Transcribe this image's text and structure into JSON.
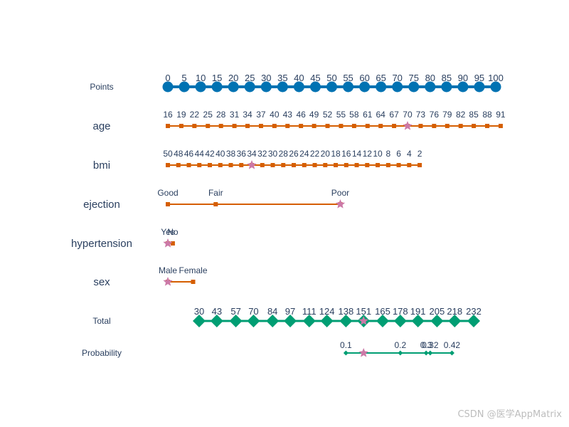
{
  "chart_data": {
    "type": "scatter",
    "subtype": "nomogram",
    "title": "",
    "colors": {
      "points": "#0072b2",
      "variable": "#d55e00",
      "total": "#009e73",
      "highlight": "#cc79a7",
      "text": "#2a3f5f"
    },
    "rows": [
      {
        "label": "Points",
        "role": "points",
        "ticks": [
          {
            "text": "0",
            "value": 0
          },
          {
            "text": "5",
            "value": 5
          },
          {
            "text": "10",
            "value": 10
          },
          {
            "text": "15",
            "value": 15
          },
          {
            "text": "20",
            "value": 20
          },
          {
            "text": "25",
            "value": 25
          },
          {
            "text": "30",
            "value": 30
          },
          {
            "text": "35",
            "value": 35
          },
          {
            "text": "40",
            "value": 40
          },
          {
            "text": "45",
            "value": 45
          },
          {
            "text": "50",
            "value": 50
          },
          {
            "text": "55",
            "value": 55
          },
          {
            "text": "60",
            "value": 60
          },
          {
            "text": "65",
            "value": 65
          },
          {
            "text": "70",
            "value": 70
          },
          {
            "text": "75",
            "value": 75
          },
          {
            "text": "80",
            "value": 80
          },
          {
            "text": "85",
            "value": 85
          },
          {
            "text": "90",
            "value": 90
          },
          {
            "text": "95",
            "value": 95
          },
          {
            "text": "100",
            "value": 100
          }
        ]
      },
      {
        "label": "age",
        "role": "variable",
        "highlight_points": 73.1,
        "ticks": [
          {
            "text": "16",
            "value": 0
          },
          {
            "text": "19",
            "value": 4.1
          },
          {
            "text": "22",
            "value": 8.1
          },
          {
            "text": "25",
            "value": 12.2
          },
          {
            "text": "28",
            "value": 16.2
          },
          {
            "text": "31",
            "value": 20.3
          },
          {
            "text": "34",
            "value": 24.3
          },
          {
            "text": "37",
            "value": 28.4
          },
          {
            "text": "40",
            "value": 32.5
          },
          {
            "text": "43",
            "value": 36.5
          },
          {
            "text": "46",
            "value": 40.6
          },
          {
            "text": "49",
            "value": 44.6
          },
          {
            "text": "52",
            "value": 48.7
          },
          {
            "text": "55",
            "value": 52.8
          },
          {
            "text": "58",
            "value": 56.8
          },
          {
            "text": "61",
            "value": 60.9
          },
          {
            "text": "64",
            "value": 64.9
          },
          {
            "text": "67",
            "value": 69.0
          },
          {
            "text": "70",
            "value": 73.1
          },
          {
            "text": "73",
            "value": 77.1
          },
          {
            "text": "76",
            "value": 81.2
          },
          {
            "text": "79",
            "value": 85.2
          },
          {
            "text": "82",
            "value": 89.3
          },
          {
            "text": "85",
            "value": 93.3
          },
          {
            "text": "88",
            "value": 97.4
          },
          {
            "text": "91",
            "value": 101.5
          }
        ]
      },
      {
        "label": "bmi",
        "role": "variable",
        "highlight_points": 25.6,
        "ticks": [
          {
            "text": "50",
            "value": 0
          },
          {
            "text": "48",
            "value": 3.2
          },
          {
            "text": "46",
            "value": 6.4
          },
          {
            "text": "44",
            "value": 9.6
          },
          {
            "text": "42",
            "value": 12.8
          },
          {
            "text": "40",
            "value": 16.0
          },
          {
            "text": "38",
            "value": 19.2
          },
          {
            "text": "36",
            "value": 22.4
          },
          {
            "text": "34",
            "value": 25.6
          },
          {
            "text": "32",
            "value": 28.8
          },
          {
            "text": "30",
            "value": 32.0
          },
          {
            "text": "28",
            "value": 35.2
          },
          {
            "text": "26",
            "value": 38.4
          },
          {
            "text": "24",
            "value": 41.6
          },
          {
            "text": "22",
            "value": 44.8
          },
          {
            "text": "20",
            "value": 48.0
          },
          {
            "text": "18",
            "value": 51.2
          },
          {
            "text": "16",
            "value": 54.4
          },
          {
            "text": "14",
            "value": 57.6
          },
          {
            "text": "12",
            "value": 60.8
          },
          {
            "text": "10",
            "value": 64.0
          },
          {
            "text": "8",
            "value": 67.2
          },
          {
            "text": "6",
            "value": 70.4
          },
          {
            "text": "4",
            "value": 73.6
          },
          {
            "text": "2",
            "value": 76.8
          }
        ]
      },
      {
        "label": "ejection",
        "role": "variable",
        "highlight_points": 52.6,
        "ticks": [
          {
            "text": "Good",
            "value": 0
          },
          {
            "text": "Fair",
            "value": 14.6
          },
          {
            "text": "Poor",
            "value": 52.6
          }
        ]
      },
      {
        "label": "hypertension",
        "role": "variable",
        "highlight_points": 0,
        "ticks": [
          {
            "text": "Yes",
            "value": 0
          },
          {
            "text": "No",
            "value": 1.5
          }
        ]
      },
      {
        "label": "sex",
        "role": "variable",
        "highlight_points": 0,
        "ticks": [
          {
            "text": "Male",
            "value": 0
          },
          {
            "text": "Female",
            "value": 7.7
          }
        ]
      },
      {
        "label": "Total",
        "role": "total",
        "highlight_value": 151,
        "ticks": [
          {
            "text": "30",
            "value": 30
          },
          {
            "text": "43",
            "value": 43
          },
          {
            "text": "57",
            "value": 57
          },
          {
            "text": "70",
            "value": 70
          },
          {
            "text": "84",
            "value": 84
          },
          {
            "text": "97",
            "value": 97
          },
          {
            "text": "111",
            "value": 111
          },
          {
            "text": "124",
            "value": 124
          },
          {
            "text": "138",
            "value": 138
          },
          {
            "text": "151",
            "value": 151
          },
          {
            "text": "165",
            "value": 165
          },
          {
            "text": "178",
            "value": 178
          },
          {
            "text": "191",
            "value": 191
          },
          {
            "text": "205",
            "value": 205
          },
          {
            "text": "218",
            "value": 218
          },
          {
            "text": "232",
            "value": 232
          }
        ]
      },
      {
        "label": "Probability",
        "role": "probability",
        "highlight_total": 151,
        "ticks": [
          {
            "text": "0.1",
            "value": 0.1,
            "total": 138
          },
          {
            "text": "0.2",
            "value": 0.2,
            "total": 178
          },
          {
            "text": "0.3",
            "value": 0.3,
            "total": 197
          },
          {
            "text": "0.32",
            "value": 0.32,
            "total": 200
          },
          {
            "text": "0.42",
            "value": 0.42,
            "total": 216
          }
        ]
      }
    ]
  },
  "watermark": "CSDN @医学AppMatrix"
}
